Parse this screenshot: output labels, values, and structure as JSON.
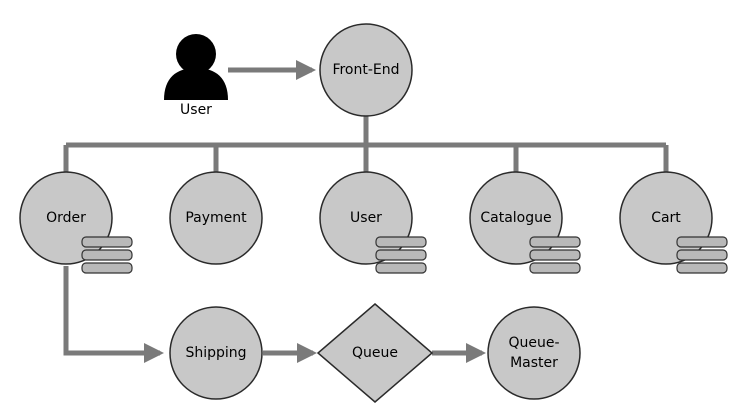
{
  "nodes": {
    "frontend": "Front-End",
    "order": "Order",
    "payment": "Payment",
    "user_service": "User",
    "catalogue": "Catalogue",
    "cart": "Cart",
    "shipping": "Shipping",
    "queue": "Queue",
    "queue_master_line1": "Queue-",
    "queue_master_line2": "Master"
  },
  "actor": {
    "label": "User",
    "icon": "user-silhouette-icon"
  },
  "databases": [
    "order-db-icon",
    "user-db-icon",
    "catalogue-db-icon",
    "cart-db-icon"
  ],
  "colors": {
    "node_fill": "#c8c8c8",
    "edge": "#7a7a7a"
  }
}
